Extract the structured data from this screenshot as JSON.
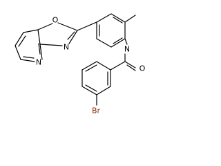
{
  "molecule": {
    "atoms": {
      "bromo": "Br",
      "amide_oxygen": "O",
      "amide_nitrogen": "N",
      "oxazole_oxygen": "O",
      "oxazole_nitrogen": "N",
      "pyridine_nitrogen": "N"
    },
    "colors": {
      "bond": "#000000",
      "bromo": "#8b2a0a",
      "amide_oxygen": "#000000",
      "amide_nitrogen": "#000000",
      "oxazole_oxygen": "#000000",
      "oxazole_nitrogen": "#000000",
      "pyridine_nitrogen": "#000000"
    }
  }
}
